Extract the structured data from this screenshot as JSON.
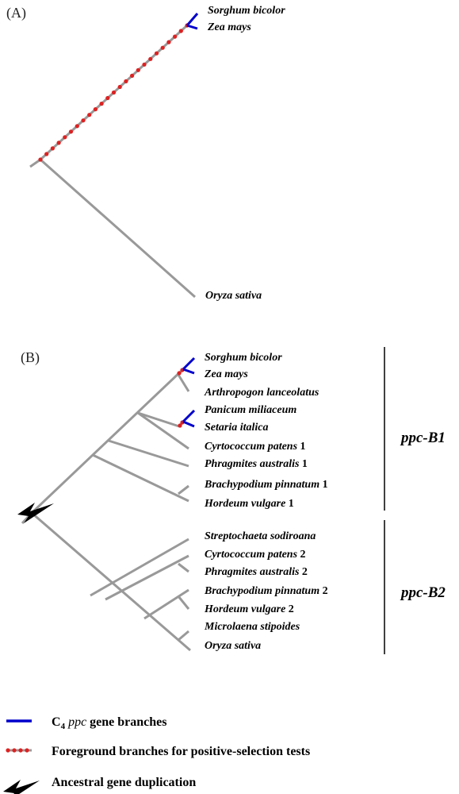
{
  "colors": {
    "branch": "#999999",
    "c4": "#0000cc",
    "foreground": "#dd2222",
    "text": "#000000"
  },
  "panel_a": {
    "label": "(A)",
    "taxa": [
      "Sorghum bicolor",
      "Zea mays",
      "Oryza sativa"
    ]
  },
  "panel_b": {
    "label": "(B)",
    "taxa": [
      {
        "name": "Sorghum bicolor",
        "num": ""
      },
      {
        "name": "Zea mays",
        "num": ""
      },
      {
        "name": "Arthropogon lanceolatus",
        "num": ""
      },
      {
        "name": "Panicum miliaceum",
        "num": ""
      },
      {
        "name": "Setaria italica",
        "num": ""
      },
      {
        "name": "Cyrtococcum patens",
        "num": "1"
      },
      {
        "name": "Phragmites australis",
        "num": "1"
      },
      {
        "name": "Brachypodium pinnatum",
        "num": "1"
      },
      {
        "name": "Hordeum vulgare",
        "num": "1"
      },
      {
        "name": "Streptochaeta sodiroana",
        "num": ""
      },
      {
        "name": "Cyrtococcum patens",
        "num": "2"
      },
      {
        "name": "Phragmites australis",
        "num": "2"
      },
      {
        "name": "Brachypodium pinnatum",
        "num": "2"
      },
      {
        "name": "Hordeum vulgare",
        "num": "2"
      },
      {
        "name": "Microlaena stipoides",
        "num": ""
      },
      {
        "name": "Oryza sativa",
        "num": ""
      }
    ],
    "groups": [
      "ppc-B1",
      "ppc-B2"
    ]
  },
  "legend": {
    "c4_prefix": "C",
    "c4_sub": "4",
    "c4_gene": "ppc",
    "c4_suffix": " gene branches",
    "foreground": "Foreground branches for positive-selection tests",
    "duplication": "Ancestral gene duplication",
    "icons": [
      "blue-line-icon",
      "red-dotted-line-icon",
      "lightning-bolt-icon"
    ]
  }
}
